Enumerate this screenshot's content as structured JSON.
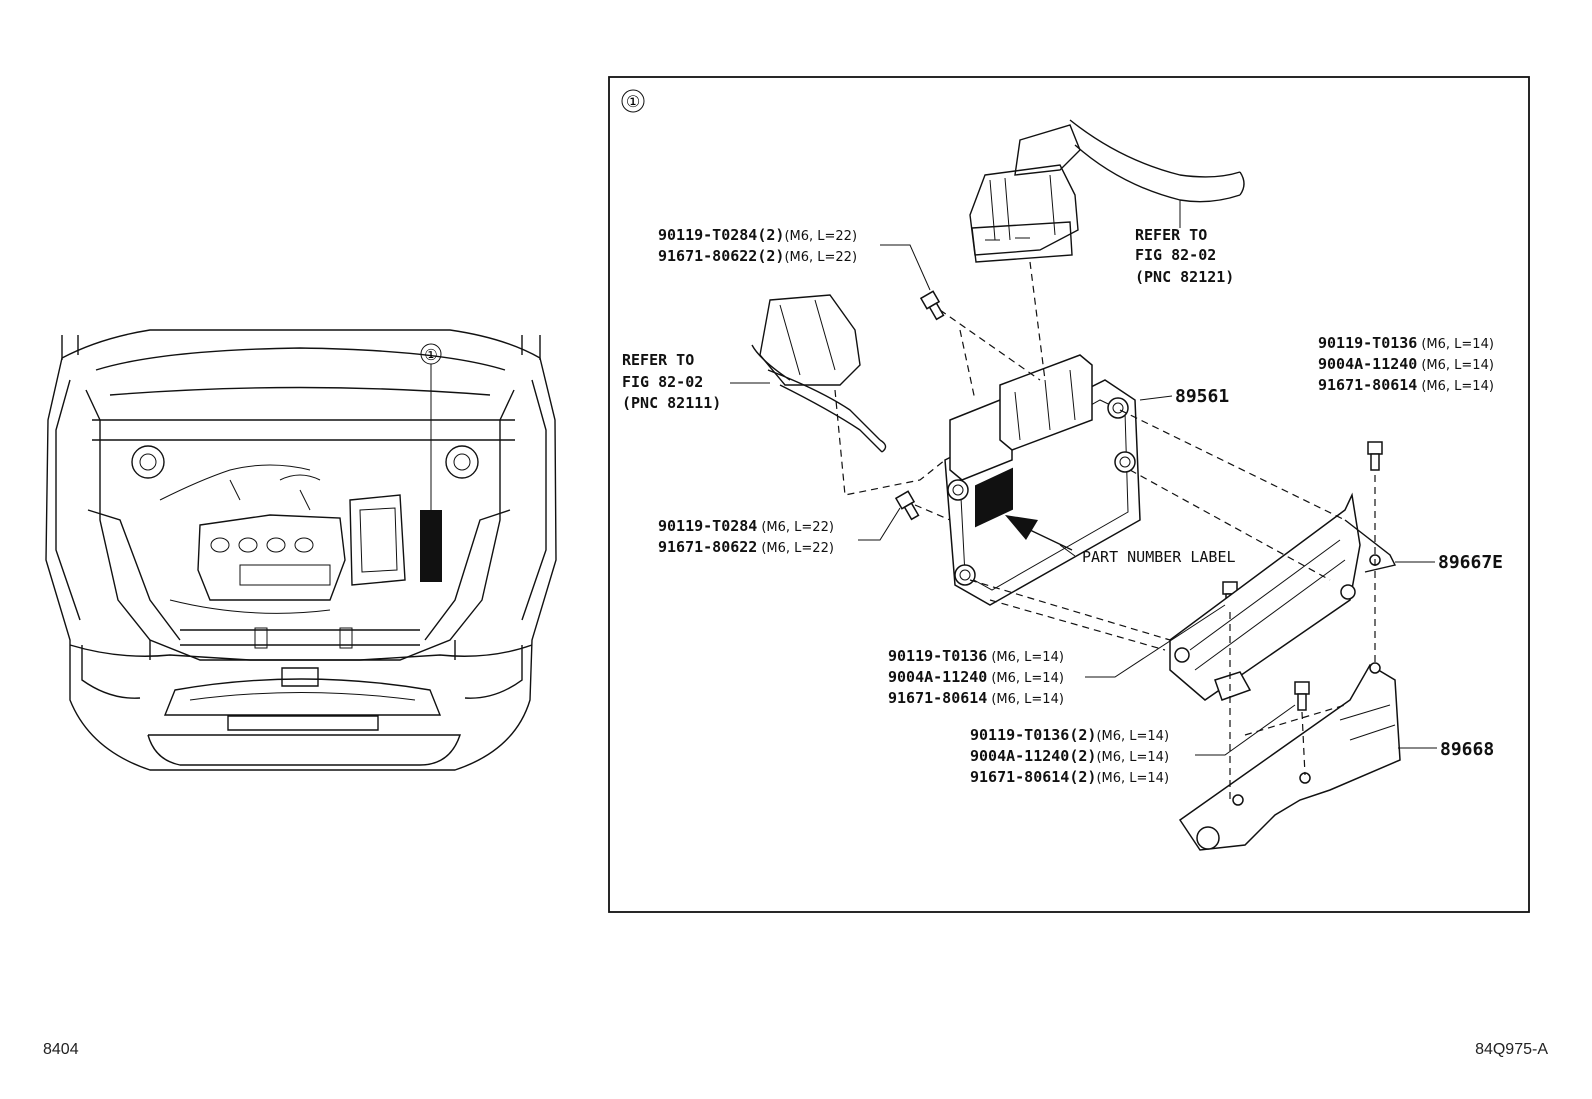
{
  "callout": "①",
  "parts": {
    "ecu": "89561",
    "bracket_upper": "89667E",
    "bracket_lower": "89668"
  },
  "bolts_top": [
    {
      "pn": "90119-T0284",
      "qty": "(2)",
      "spec": "(M6, L=22)"
    },
    {
      "pn": "91671-80622",
      "qty": "(2)",
      "spec": "(M6, L=22)"
    }
  ],
  "bolts_left": [
    {
      "pn": "90119-T0284",
      "qty": "",
      "spec": "(M6, L=22)"
    },
    {
      "pn": "91671-80622",
      "qty": "",
      "spec": "(M6, L=22)"
    }
  ],
  "bolts_right": [
    {
      "pn": "90119-T0136",
      "qty": "",
      "spec": "(M6, L=14)"
    },
    {
      "pn": "9004A-11240",
      "qty": "",
      "spec": "(M6, L=14)"
    },
    {
      "pn": "91671-80614",
      "qty": "",
      "spec": "(M6, L=14)"
    }
  ],
  "bolts_mid": [
    {
      "pn": "90119-T0136",
      "qty": "",
      "spec": "(M6, L=14)"
    },
    {
      "pn": "9004A-11240",
      "qty": "",
      "spec": "(M6, L=14)"
    },
    {
      "pn": "91671-80614",
      "qty": "",
      "spec": "(M6, L=14)"
    }
  ],
  "bolts_bottom": [
    {
      "pn": "90119-T0136",
      "qty": "(2)",
      "spec": "(M6, L=14)"
    },
    {
      "pn": "9004A-11240",
      "qty": "(2)",
      "spec": "(M6, L=14)"
    },
    {
      "pn": "91671-80614",
      "qty": "(2)",
      "spec": "(M6, L=14)"
    }
  ],
  "refer_right": [
    "REFER TO",
    "FIG 82-02",
    "(PNC 82121)"
  ],
  "refer_left": [
    "REFER TO",
    "FIG 82-02",
    "(PNC 82111)"
  ],
  "label_note": "PART NUMBER LABEL",
  "footer": {
    "left": "8404",
    "right": "84Q975-A"
  }
}
